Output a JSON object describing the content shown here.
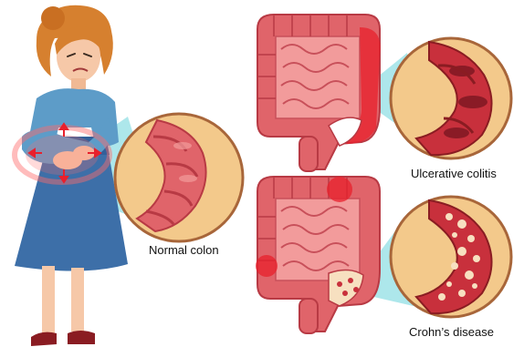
{
  "labels": {
    "normal": "Normal colon",
    "ulcerative": "Ulcerative colitis",
    "crohns": "Crohn’s disease"
  },
  "colors": {
    "colon": "#e0646a",
    "colon_dark": "#b83a44",
    "colon_light": "#f29b9b",
    "inflamed": "#e8202c",
    "circle_bg": "#f3c98b",
    "circle_border": "#a8663a",
    "callout": "#9fe3e8",
    "dress": "#3d6fa8",
    "sleeve": "#5d9cc8",
    "hair": "#d6802f",
    "skin": "#f6c8a8",
    "shoes": "#8a1c22",
    "lesion": "#f7e0c0",
    "pain_glow": "#ff6b6b"
  },
  "icons": {
    "woman": "woman-in-pain-illustration",
    "colon_ulcerative": "colon-ulcerative-illustration",
    "colon_crohns": "colon-crohns-illustration"
  }
}
